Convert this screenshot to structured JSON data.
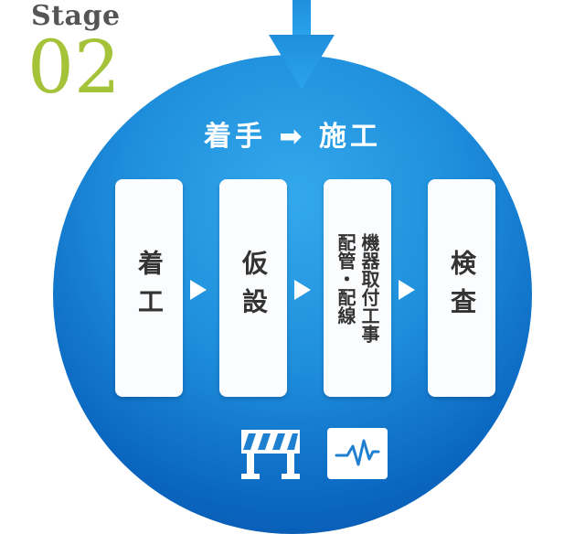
{
  "stage": {
    "label": "Stage",
    "number": "02"
  },
  "title": "着手 ➡ 施工",
  "steps": [
    {
      "label": "着工"
    },
    {
      "label": "仮設"
    },
    {
      "label": "機器取付工事\n配管・配線"
    },
    {
      "label": "検査"
    }
  ],
  "icons": [
    "barrier-icon",
    "pulse-monitor-icon"
  ],
  "colors": {
    "circle": "#1f8fdc",
    "stage_number": "#a4c339",
    "arrow": "#1f8fdc",
    "card": "#fbfcfe"
  }
}
